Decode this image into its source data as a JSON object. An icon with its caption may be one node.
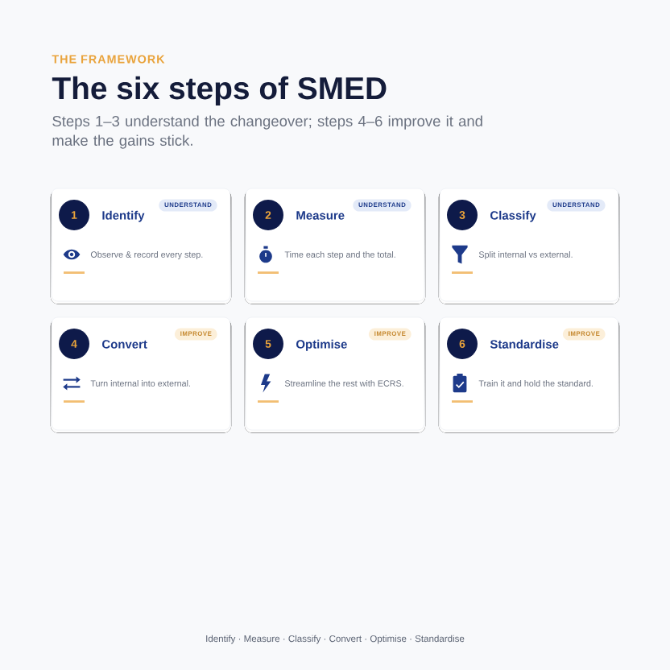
{
  "diagram": {
    "title": "The six steps of SMED",
    "nodes": [
      {
        "text": [
          "Identify",
          "Observe & record every step."
        ]
      },
      {
        "text": [
          "1"
        ],
        "in": 0
      },
      {
        "text": [
          "UNDERSTAND"
        ],
        "in": 0
      },
      {
        "text": [
          "Measure",
          "Time each step and the total."
        ]
      },
      {
        "text": [
          "2"
        ],
        "in": 3
      },
      {
        "text": [
          "UNDERSTAND"
        ],
        "in": 3
      },
      {
        "text": [
          "Classify",
          "Split internal vs external."
        ]
      },
      {
        "text": [
          "3"
        ],
        "in": 6
      },
      {
        "text": [
          "UNDERSTAND"
        ],
        "in": 6
      },
      {
        "text": [
          "Convert",
          "Turn internal into external."
        ]
      },
      {
        "text": [
          "4"
        ],
        "in": 9
      },
      {
        "text": [
          "IMPROVE"
        ],
        "in": 9
      },
      {
        "text": [
          "Optimise",
          "Streamline the rest with ECRS."
        ]
      },
      {
        "text": [
          "5"
        ],
        "in": 12
      },
      {
        "text": [
          "IMPROVE"
        ],
        "in": 12
      },
      {
        "text": [
          "Standardise",
          "Train it and hold the standard."
        ]
      },
      {
        "text": [
          "6"
        ],
        "in": 15
      },
      {
        "text": [
          "IMPROVE"
        ],
        "in": 15
      }
    ],
    "labels": [
      "THE FRAMEWORK",
      "Steps 1–3 understand the changeover; steps 4–6 improve it and make the gains stick.",
      "Identify · Measure · Classify · Convert · Optimise · Standardise"
    ]
  }
}
